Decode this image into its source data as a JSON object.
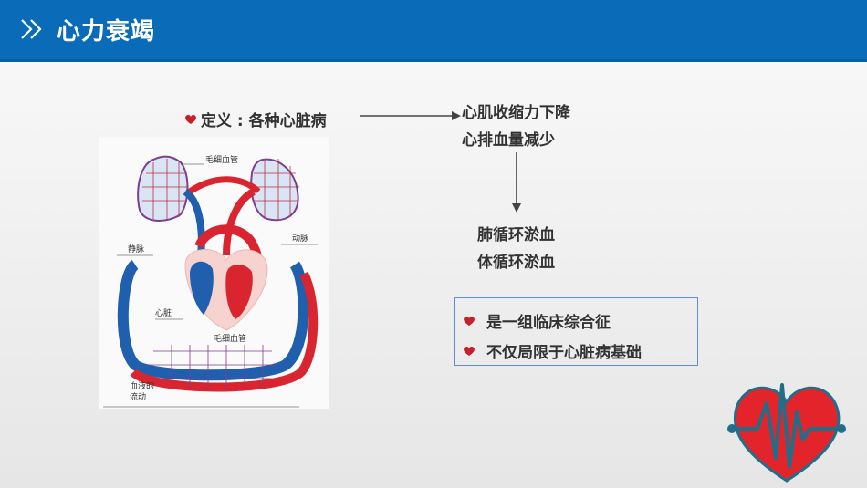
{
  "header": {
    "title": "心力衰竭"
  },
  "definition": {
    "text": "定义 : 各种心脏病"
  },
  "effects": {
    "line1": "心肌收缩力下降",
    "line2": "心排血量减少"
  },
  "congestion": {
    "line1": "肺循环淤血",
    "line2": "体循环淤血"
  },
  "box": {
    "item1": "是一组临床综合征",
    "item2": "不仅局限于心脏病基础"
  },
  "diagram": {
    "label_capillary_top": "毛细血管",
    "label_vein": "静脉",
    "label_artery": "动脉",
    "label_heart": "心脏",
    "label_capillary_bottom": "毛细血管",
    "label_flow_1": "血液的",
    "label_flow_2": "流动"
  },
  "colors": {
    "header": "#0a6cb8",
    "heart_red": "#d9252f",
    "vein_blue": "#1f5fae",
    "box_border": "#5b8fd0"
  },
  "icons": {
    "header": "double-chevron-right-icon",
    "bullet": "heart-icon",
    "logo": "heartbeat-heart-icon"
  }
}
